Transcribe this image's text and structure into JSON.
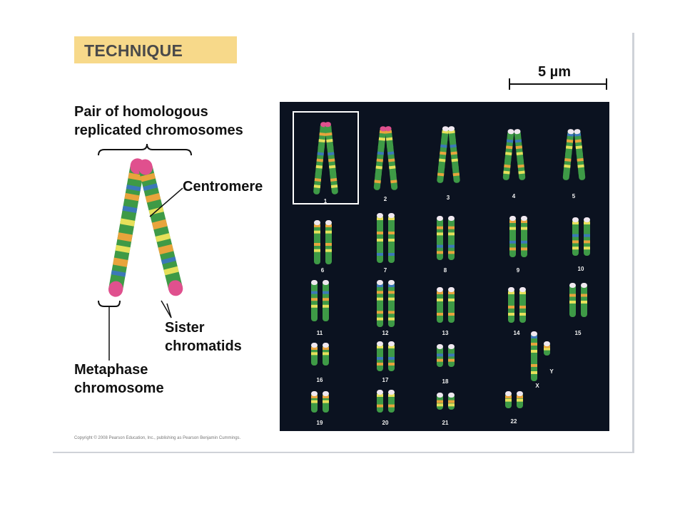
{
  "header": {
    "technique": "TECHNIQUE"
  },
  "scale_bar": {
    "label": "5 µm"
  },
  "labels": {
    "pair_line1": "Pair of homologous",
    "pair_line2": "replicated chromosomes",
    "centromere": "Centromere",
    "sister_line1": "Sister",
    "sister_line2": "chromatids",
    "metaphase_line1": "Metaphase",
    "metaphase_line2": "chromosome"
  },
  "copyright": "Copyright © 2008 Pearson Education, Inc., publishing as Pearson Benjamin Cummings.",
  "karyotype": {
    "numbers": [
      "1",
      "2",
      "3",
      "4",
      "5",
      "6",
      "7",
      "8",
      "9",
      "10",
      "11",
      "12",
      "13",
      "14",
      "15",
      "16",
      "17",
      "18",
      "19",
      "20",
      "21",
      "22",
      "X",
      "Y"
    ]
  },
  "colors": {
    "banner": "#f7d98a",
    "panel": "#0b1220",
    "tip": "#e0508e",
    "band_green": "#3e9a46",
    "band_orange": "#e8a43c",
    "band_yellow": "#e6e05a",
    "band_blue": "#3b78b8"
  }
}
